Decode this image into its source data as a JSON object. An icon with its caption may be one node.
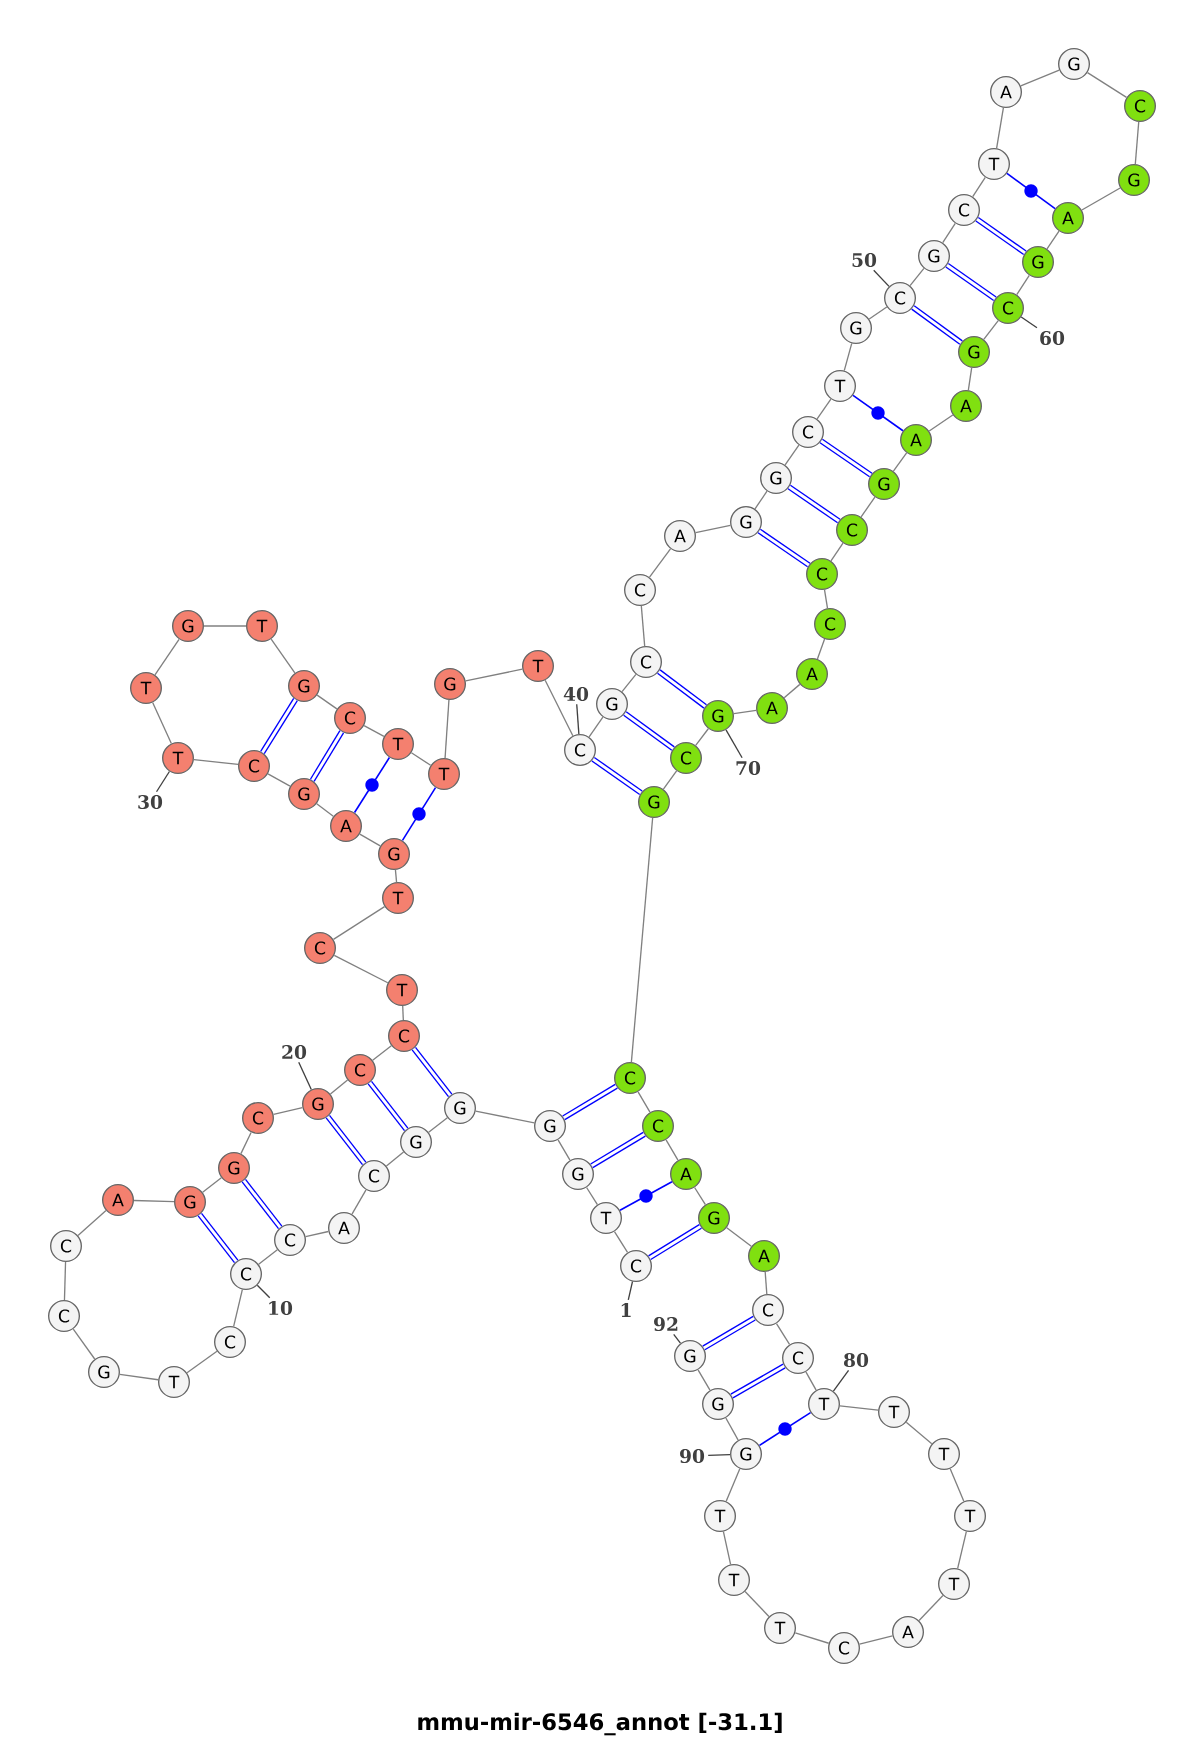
{
  "diagram": {
    "title": "mmu-mir-6546_annot [-31.1]",
    "nodes": [
      {
        "text": [
          "C"
        ]
      },
      {
        "text": [
          "T"
        ]
      },
      {
        "text": [
          "G"
        ]
      },
      {
        "text": [
          "G"
        ]
      },
      {
        "text": [
          "G"
        ]
      },
      {
        "text": [
          "G"
        ]
      },
      {
        "text": [
          "C"
        ]
      },
      {
        "text": [
          "A"
        ]
      },
      {
        "text": [
          "C"
        ]
      },
      {
        "text": [
          "C"
        ]
      },
      {
        "text": [
          "C"
        ]
      },
      {
        "text": [
          "T"
        ]
      },
      {
        "text": [
          "G"
        ]
      },
      {
        "text": [
          "C"
        ]
      },
      {
        "text": [
          "C"
        ]
      },
      {
        "text": [
          "A"
        ]
      },
      {
        "text": [
          "G"
        ]
      },
      {
        "text": [
          "G"
        ]
      },
      {
        "text": [
          "C"
        ]
      },
      {
        "text": [
          "G"
        ]
      },
      {
        "text": [
          "C"
        ]
      },
      {
        "text": [
          "C"
        ]
      },
      {
        "text": [
          "T"
        ]
      },
      {
        "text": [
          "C"
        ]
      },
      {
        "text": [
          "T"
        ]
      },
      {
        "text": [
          "G"
        ]
      },
      {
        "text": [
          "A"
        ]
      },
      {
        "text": [
          "G"
        ]
      },
      {
        "text": [
          "C"
        ]
      },
      {
        "text": [
          "T"
        ]
      },
      {
        "text": [
          "T"
        ]
      },
      {
        "text": [
          "G"
        ]
      },
      {
        "text": [
          "T"
        ]
      },
      {
        "text": [
          "G"
        ]
      },
      {
        "text": [
          "C"
        ]
      },
      {
        "text": [
          "T"
        ]
      },
      {
        "text": [
          "T"
        ]
      },
      {
        "text": [
          "G"
        ]
      },
      {
        "text": [
          "T"
        ]
      },
      {
        "text": [
          "C"
        ]
      },
      {
        "text": [
          "G"
        ]
      },
      {
        "text": [
          "C"
        ]
      },
      {
        "text": [
          "C"
        ]
      },
      {
        "text": [
          "A"
        ]
      },
      {
        "text": [
          "G"
        ]
      },
      {
        "text": [
          "G"
        ]
      },
      {
        "text": [
          "C"
        ]
      },
      {
        "text": [
          "T"
        ]
      },
      {
        "text": [
          "G"
        ]
      },
      {
        "text": [
          "C"
        ]
      },
      {
        "text": [
          "G"
        ]
      },
      {
        "text": [
          "C"
        ]
      },
      {
        "text": [
          "T"
        ]
      },
      {
        "text": [
          "A"
        ]
      },
      {
        "text": [
          "G"
        ]
      },
      {
        "text": [
          "C"
        ]
      },
      {
        "text": [
          "G"
        ]
      },
      {
        "text": [
          "A"
        ]
      },
      {
        "text": [
          "G"
        ]
      },
      {
        "text": [
          "C"
        ]
      },
      {
        "text": [
          "G"
        ]
      },
      {
        "text": [
          "A"
        ]
      },
      {
        "text": [
          "A"
        ]
      },
      {
        "text": [
          "G"
        ]
      },
      {
        "text": [
          "C"
        ]
      },
      {
        "text": [
          "C"
        ]
      },
      {
        "text": [
          "C"
        ]
      },
      {
        "text": [
          "A"
        ]
      },
      {
        "text": [
          "A"
        ]
      },
      {
        "text": [
          "G"
        ]
      },
      {
        "text": [
          "C"
        ]
      },
      {
        "text": [
          "G"
        ]
      },
      {
        "text": [
          "C"
        ]
      },
      {
        "text": [
          "C"
        ]
      },
      {
        "text": [
          "A"
        ]
      },
      {
        "text": [
          "G"
        ]
      },
      {
        "text": [
          "A"
        ]
      },
      {
        "text": [
          "C"
        ]
      },
      {
        "text": [
          "C"
        ]
      },
      {
        "text": [
          "T"
        ]
      },
      {
        "text": [
          "T"
        ]
      },
      {
        "text": [
          "T"
        ]
      },
      {
        "text": [
          "T"
        ]
      },
      {
        "text": [
          "T"
        ]
      },
      {
        "text": [
          "A"
        ]
      },
      {
        "text": [
          "C"
        ]
      },
      {
        "text": [
          "T"
        ]
      },
      {
        "text": [
          "T"
        ]
      },
      {
        "text": [
          "T"
        ]
      },
      {
        "text": [
          "G"
        ]
      },
      {
        "text": [
          "G"
        ]
      },
      {
        "text": [
          "G"
        ]
      },
      {
        "text": [
          "1"
        ]
      },
      {
        "text": [
          "10"
        ]
      },
      {
        "text": [
          "20"
        ]
      },
      {
        "text": [
          "30"
        ]
      },
      {
        "text": [
          "40"
        ]
      },
      {
        "text": [
          "50"
        ]
      },
      {
        "text": [
          "60"
        ]
      },
      {
        "text": [
          "70"
        ]
      },
      {
        "text": [
          "80"
        ]
      },
      {
        "text": [
          "90"
        ]
      },
      {
        "text": [
          "92"
        ]
      }
    ],
    "edges": [
      {
        "from": 0,
        "to": 1,
        "arrow": "none"
      },
      {
        "from": 1,
        "to": 2,
        "arrow": "none"
      },
      {
        "from": 2,
        "to": 3,
        "arrow": "none"
      },
      {
        "from": 3,
        "to": 4,
        "arrow": "none"
      },
      {
        "from": 4,
        "to": 5,
        "arrow": "none"
      },
      {
        "from": 5,
        "to": 6,
        "arrow": "none"
      },
      {
        "from": 6,
        "to": 7,
        "arrow": "none"
      },
      {
        "from": 7,
        "to": 8,
        "arrow": "none"
      },
      {
        "from": 8,
        "to": 9,
        "arrow": "none"
      },
      {
        "from": 9,
        "to": 10,
        "arrow": "none"
      },
      {
        "from": 10,
        "to": 11,
        "arrow": "none"
      },
      {
        "from": 11,
        "to": 12,
        "arrow": "none"
      },
      {
        "from": 12,
        "to": 13,
        "arrow": "none"
      },
      {
        "from": 13,
        "to": 14,
        "arrow": "none"
      },
      {
        "from": 14,
        "to": 15,
        "arrow": "none"
      },
      {
        "from": 15,
        "to": 16,
        "arrow": "none"
      },
      {
        "from": 16,
        "to": 17,
        "arrow": "none"
      },
      {
        "from": 17,
        "to": 18,
        "arrow": "none"
      },
      {
        "from": 18,
        "to": 19,
        "arrow": "none"
      },
      {
        "from": 19,
        "to": 20,
        "arrow": "none"
      },
      {
        "from": 20,
        "to": 21,
        "arrow": "none"
      },
      {
        "from": 21,
        "to": 22,
        "arrow": "none"
      },
      {
        "from": 22,
        "to": 23,
        "arrow": "none"
      },
      {
        "from": 23,
        "to": 24,
        "arrow": "none"
      },
      {
        "from": 24,
        "to": 25,
        "arrow": "none"
      },
      {
        "from": 25,
        "to": 26,
        "arrow": "none"
      },
      {
        "from": 26,
        "to": 27,
        "arrow": "none"
      },
      {
        "from": 27,
        "to": 28,
        "arrow": "none"
      },
      {
        "from": 28,
        "to": 29,
        "arrow": "none"
      },
      {
        "from": 29,
        "to": 30,
        "arrow": "none"
      },
      {
        "from": 30,
        "to": 31,
        "arrow": "none"
      },
      {
        "from": 31,
        "to": 32,
        "arrow": "none"
      },
      {
        "from": 32,
        "to": 33,
        "arrow": "none"
      },
      {
        "from": 33,
        "to": 34,
        "arrow": "none"
      },
      {
        "from": 34,
        "to": 35,
        "arrow": "none"
      },
      {
        "from": 35,
        "to": 36,
        "arrow": "none"
      },
      {
        "from": 36,
        "to": 37,
        "arrow": "none"
      },
      {
        "from": 37,
        "to": 38,
        "arrow": "none"
      },
      {
        "from": 38,
        "to": 39,
        "arrow": "none"
      },
      {
        "from": 39,
        "to": 40,
        "arrow": "none"
      },
      {
        "from": 40,
        "to": 41,
        "arrow": "none"
      },
      {
        "from": 41,
        "to": 42,
        "arrow": "none"
      },
      {
        "from": 42,
        "to": 43,
        "arrow": "none"
      },
      {
        "from": 43,
        "to": 44,
        "arrow": "none"
      },
      {
        "from": 44,
        "to": 45,
        "arrow": "none"
      },
      {
        "from": 45,
        "to": 46,
        "arrow": "none"
      },
      {
        "from": 46,
        "to": 47,
        "arrow": "none"
      },
      {
        "from": 47,
        "to": 48,
        "arrow": "none"
      },
      {
        "from": 48,
        "to": 49,
        "arrow": "none"
      },
      {
        "from": 49,
        "to": 50,
        "arrow": "none"
      },
      {
        "from": 50,
        "to": 51,
        "arrow": "none"
      },
      {
        "from": 51,
        "to": 52,
        "arrow": "none"
      },
      {
        "from": 52,
        "to": 53,
        "arrow": "none"
      },
      {
        "from": 53,
        "to": 54,
        "arrow": "none"
      },
      {
        "from": 54,
        "to": 55,
        "arrow": "none"
      },
      {
        "from": 55,
        "to": 56,
        "arrow": "none"
      },
      {
        "from": 56,
        "to": 57,
        "arrow": "none"
      },
      {
        "from": 57,
        "to": 58,
        "arrow": "none"
      },
      {
        "from": 58,
        "to": 59,
        "arrow": "none"
      },
      {
        "from": 59,
        "to": 60,
        "arrow": "none"
      },
      {
        "from": 60,
        "to": 61,
        "arrow": "none"
      },
      {
        "from": 61,
        "to": 62,
        "arrow": "none"
      },
      {
        "from": 62,
        "to": 63,
        "arrow": "none"
      },
      {
        "from": 63,
        "to": 64,
        "arrow": "none"
      },
      {
        "from": 64,
        "to": 65,
        "arrow": "none"
      },
      {
        "from": 65,
        "to": 66,
        "arrow": "none"
      },
      {
        "from": 66,
        "to": 67,
        "arrow": "none"
      },
      {
        "from": 67,
        "to": 68,
        "arrow": "none"
      },
      {
        "from": 68,
        "to": 69,
        "arrow": "none"
      },
      {
        "from": 69,
        "to": 70,
        "arrow": "none"
      },
      {
        "from": 70,
        "to": 71,
        "arrow": "none"
      },
      {
        "from": 71,
        "to": 72,
        "arrow": "none"
      },
      {
        "from": 72,
        "to": 73,
        "arrow": "none"
      },
      {
        "from": 73,
        "to": 74,
        "arrow": "none"
      },
      {
        "from": 74,
        "to": 75,
        "arrow": "none"
      },
      {
        "from": 75,
        "to": 76,
        "arrow": "none"
      },
      {
        "from": 76,
        "to": 77,
        "arrow": "none"
      },
      {
        "from": 77,
        "to": 78,
        "arrow": "none"
      },
      {
        "from": 78,
        "to": 79,
        "arrow": "none"
      },
      {
        "from": 79,
        "to": 80,
        "arrow": "none"
      },
      {
        "from": 80,
        "to": 81,
        "arrow": "none"
      },
      {
        "from": 81,
        "to": 82,
        "arrow": "none"
      },
      {
        "from": 82,
        "to": 83,
        "arrow": "none"
      },
      {
        "from": 83,
        "to": 84,
        "arrow": "none"
      },
      {
        "from": 84,
        "to": 85,
        "arrow": "none"
      },
      {
        "from": 85,
        "to": 86,
        "arrow": "none"
      },
      {
        "from": 86,
        "to": 87,
        "arrow": "none"
      },
      {
        "from": 87,
        "to": 88,
        "arrow": "none"
      },
      {
        "from": 88,
        "to": 89,
        "arrow": "none"
      },
      {
        "from": 89,
        "to": 90,
        "arrow": "none"
      },
      {
        "from": 90,
        "to": 91,
        "arrow": "none"
      },
      {
        "from": 0,
        "to": 75,
        "arrow": "none",
        "style": "thick",
        "color": "#0000ff"
      },
      {
        "from": 1,
        "to": 74,
        "arrow": "none",
        "color": "#0000ff"
      },
      {
        "from": 2,
        "to": 73,
        "arrow": "none",
        "style": "thick",
        "color": "#0000ff"
      },
      {
        "from": 3,
        "to": 72,
        "arrow": "none",
        "style": "thick",
        "color": "#0000ff"
      },
      {
        "from": 4,
        "to": 21,
        "arrow": "none",
        "style": "thick",
        "color": "#0000ff"
      },
      {
        "from": 5,
        "to": 20,
        "arrow": "none",
        "style": "thick",
        "color": "#0000ff"
      },
      {
        "from": 6,
        "to": 19,
        "arrow": "none",
        "style": "thick",
        "color": "#0000ff"
      },
      {
        "from": 8,
        "to": 17,
        "arrow": "none",
        "style": "thick",
        "color": "#0000ff"
      },
      {
        "from": 9,
        "to": 16,
        "arrow": "none",
        "style": "thick",
        "color": "#0000ff"
      },
      {
        "from": 25,
        "to": 36,
        "arrow": "none",
        "color": "#0000ff"
      },
      {
        "from": 26,
        "to": 35,
        "arrow": "none",
        "color": "#0000ff"
      },
      {
        "from": 27,
        "to": 34,
        "arrow": "none",
        "style": "thick",
        "color": "#0000ff"
      },
      {
        "from": 28,
        "to": 33,
        "arrow": "none",
        "style": "thick",
        "color": "#0000ff"
      },
      {
        "from": 39,
        "to": 71,
        "arrow": "none",
        "style": "thick",
        "color": "#0000ff"
      },
      {
        "from": 40,
        "to": 70,
        "arrow": "none",
        "style": "thick",
        "color": "#0000ff"
      },
      {
        "from": 41,
        "to": 69,
        "arrow": "none",
        "style": "thick",
        "color": "#0000ff"
      },
      {
        "from": 44,
        "to": 65,
        "arrow": "none",
        "style": "thick",
        "color": "#0000ff"
      },
      {
        "from": 45,
        "to": 64,
        "arrow": "none",
        "style": "thick",
        "color": "#0000ff"
      },
      {
        "from": 46,
        "to": 63,
        "arrow": "none",
        "style": "thick",
        "color": "#0000ff"
      },
      {
        "from": 47,
        "to": 62,
        "arrow": "none",
        "color": "#0000ff"
      },
      {
        "from": 49,
        "to": 60,
        "arrow": "none",
        "style": "thick",
        "color": "#0000ff"
      },
      {
        "from": 50,
        "to": 59,
        "arrow": "none",
        "style": "thick",
        "color": "#0000ff"
      },
      {
        "from": 51,
        "to": 58,
        "arrow": "none",
        "style": "thick",
        "color": "#0000ff"
      },
      {
        "from": 52,
        "to": 57,
        "arrow": "none",
        "color": "#0000ff"
      },
      {
        "from": 77,
        "to": 91,
        "arrow": "none",
        "style": "thick",
        "color": "#0000ff"
      },
      {
        "from": 78,
        "to": 90,
        "arrow": "none",
        "style": "thick",
        "color": "#0000ff"
      },
      {
        "from": 79,
        "to": 89,
        "arrow": "none",
        "color": "#0000ff"
      },
      {
        "from": 92,
        "to": 0,
        "arrow": "none",
        "color": "#404040"
      },
      {
        "from": 93,
        "to": 9,
        "arrow": "none",
        "color": "#404040"
      },
      {
        "from": 94,
        "to": 19,
        "arrow": "none",
        "color": "#404040"
      },
      {
        "from": 95,
        "to": 29,
        "arrow": "none",
        "color": "#404040"
      },
      {
        "from": 96,
        "to": 39,
        "arrow": "none",
        "color": "#404040"
      },
      {
        "from": 97,
        "to": 49,
        "arrow": "none",
        "color": "#404040"
      },
      {
        "from": 98,
        "to": 59,
        "arrow": "none",
        "color": "#404040"
      },
      {
        "from": 99,
        "to": 69,
        "arrow": "none",
        "color": "#404040"
      },
      {
        "from": 100,
        "to": 79,
        "arrow": "none",
        "color": "#404040"
      },
      {
        "from": 101,
        "to": 89,
        "arrow": "none",
        "color": "#404040"
      },
      {
        "from": 102,
        "to": 91,
        "arrow": "none",
        "color": "#404040"
      }
    ]
  }
}
